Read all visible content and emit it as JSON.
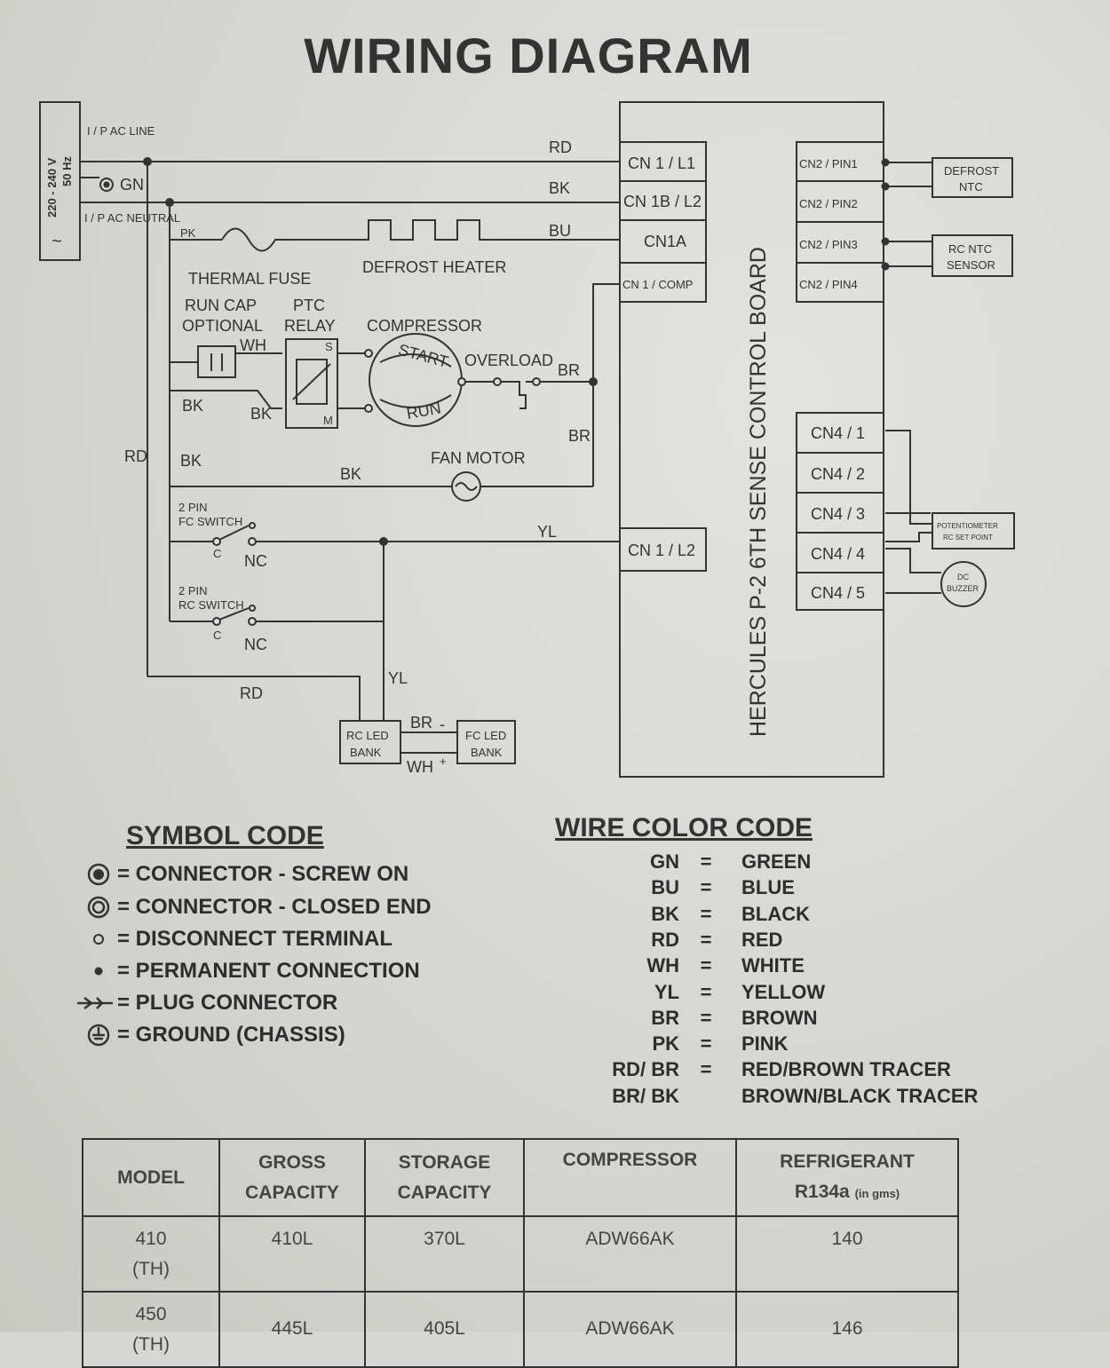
{
  "title": "WIRING DIAGRAM",
  "supply": {
    "voltage": "220 - 240 V",
    "freq": "50 Hz",
    "line": "I / P AC LINE",
    "ground": "GN",
    "neutral": "I / P AC NEUTRAL"
  },
  "wires": {
    "rd": "RD",
    "bk": "BK",
    "bu": "BU",
    "br": "BR",
    "wh": "WH",
    "yl": "YL",
    "pk": "PK"
  },
  "components": {
    "thermal_fuse": "THERMAL FUSE",
    "defrost_heater": "DEFROST HEATER",
    "run_cap": "RUN CAP",
    "run_cap_optional": "OPTIONAL",
    "ptc": "PTC",
    "relay": "RELAY",
    "compressor": "COMPRESSOR",
    "start": "START",
    "run": "RUN",
    "overload": "OVERLOAD",
    "fan_motor": "FAN MOTOR",
    "fc_switch_1": "2 PIN",
    "fc_switch_2": "FC SWITCH",
    "rc_switch_1": "2 PIN",
    "rc_switch_2": "RC SWITCH",
    "c": "C",
    "nc": "NC",
    "s": "S",
    "m": "M",
    "rc_led_1": "RC LED",
    "rc_led_2": "BANK",
    "fc_led_1": "FC LED",
    "fc_led_2": "BANK",
    "minus": "-",
    "plus": "+",
    "defrost_ntc_1": "DEFROST",
    "defrost_ntc_2": "NTC",
    "rc_ntc_1": "RC NTC",
    "rc_ntc_2": "SENSOR",
    "pot_1": "POTENTIOMETER",
    "pot_2": "RC SET POINT",
    "buzzer_1": "DC",
    "buzzer_2": "BUZZER"
  },
  "board": {
    "label": "HERCULES P-2 6TH SENSE CONTROL BOARD",
    "left_connectors": [
      "CN 1 / L1",
      "CN 1B / L2",
      "CN1A",
      "CN 1 / COMP"
    ],
    "mid_connector": "CN 1 / L2",
    "cn2": [
      "CN2 / PIN1",
      "CN2 / PIN2",
      "CN2 / PIN3",
      "CN2 / PIN4"
    ],
    "cn4": [
      "CN4 / 1",
      "CN4 / 2",
      "CN4 / 3",
      "CN4 / 4",
      "CN4 / 5"
    ]
  },
  "symbol_code": {
    "heading": "SYMBOL CODE",
    "items": [
      {
        "icon": "connector-screw-on-icon",
        "label": "= CONNECTOR - SCREW ON"
      },
      {
        "icon": "connector-closed-end-icon",
        "label": "= CONNECTOR - CLOSED END"
      },
      {
        "icon": "disconnect-terminal-icon",
        "label": "= DISCONNECT TERMINAL"
      },
      {
        "icon": "permanent-connection-icon",
        "label": "= PERMANENT CONNECTION"
      },
      {
        "icon": "plug-connector-icon",
        "label": "= PLUG CONNECTOR"
      },
      {
        "icon": "ground-chassis-icon",
        "label": "= GROUND (CHASSIS)"
      }
    ]
  },
  "wire_color_code": {
    "heading": "WIRE COLOR CODE",
    "items": [
      {
        "code": "GN",
        "eq": "=",
        "name": "GREEN"
      },
      {
        "code": "BU",
        "eq": "=",
        "name": "BLUE"
      },
      {
        "code": "BK",
        "eq": "=",
        "name": "BLACK"
      },
      {
        "code": "RD",
        "eq": "=",
        "name": "RED"
      },
      {
        "code": "WH",
        "eq": "=",
        "name": "WHITE"
      },
      {
        "code": "YL",
        "eq": "=",
        "name": "YELLOW"
      },
      {
        "code": "BR",
        "eq": "=",
        "name": "BROWN"
      },
      {
        "code": "PK",
        "eq": "=",
        "name": "PINK"
      },
      {
        "code": "RD/ BR",
        "eq": "=",
        "name": "RED/BROWN TRACER"
      },
      {
        "code": "BR/ BK",
        "eq": "",
        "name": "BROWN/BLACK TRACER"
      }
    ]
  },
  "spec_table": {
    "headers": [
      {
        "l1": "MODEL",
        "l2": ""
      },
      {
        "l1": "GROSS",
        "l2": "CAPACITY"
      },
      {
        "l1": "STORAGE",
        "l2": "CAPACITY"
      },
      {
        "l1": "COMPRESSOR",
        "l2": ""
      },
      {
        "l1": "REFRIGERANT",
        "l2": "R134a",
        "l2_small": "(in gms)"
      }
    ],
    "rows": [
      {
        "model_1": "410",
        "model_2": "(TH)",
        "gross": "410L",
        "storage": "370L",
        "compressor": "ADW66AK",
        "refrigerant": "140"
      },
      {
        "model_1": "450",
        "model_2": "(TH)",
        "gross": "445L",
        "storage": "405L",
        "compressor": "ADW66AK",
        "refrigerant": "146"
      }
    ]
  }
}
